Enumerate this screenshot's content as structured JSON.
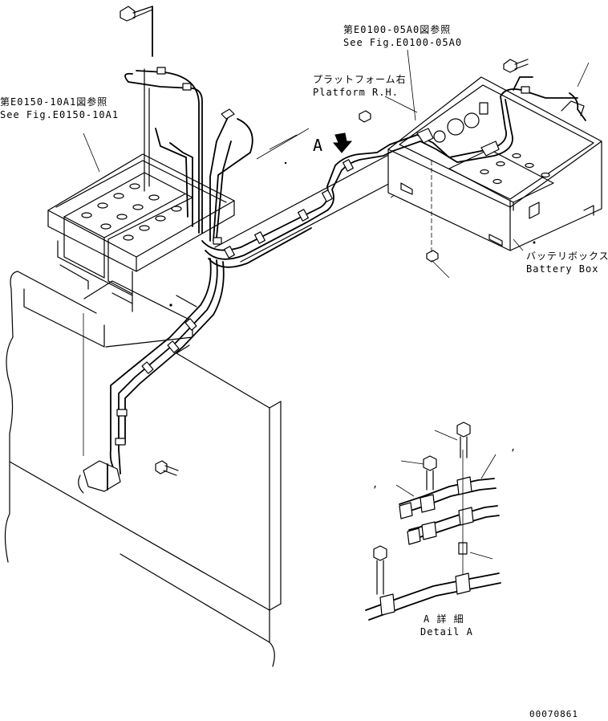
{
  "labels": {
    "ref_battery_jp": "第E0150-10A1図参照",
    "ref_battery_en": "See Fig.E0150-10A1",
    "ref_box_jp": "第E0100-05A0図参照",
    "ref_box_en": "See Fig.E0100-05A0",
    "platform_jp": "プラットフォーム右",
    "platform_en": "Platform R.H.",
    "arrow_letter": "A",
    "battery_box_jp": "バッテリボックス",
    "battery_box_en": "Battery Box",
    "detail_jp": "A 詳 細",
    "detail_en": "Detail A",
    "comma_1": ",",
    "comma_2": ",",
    "drawing_number": "00070861"
  }
}
